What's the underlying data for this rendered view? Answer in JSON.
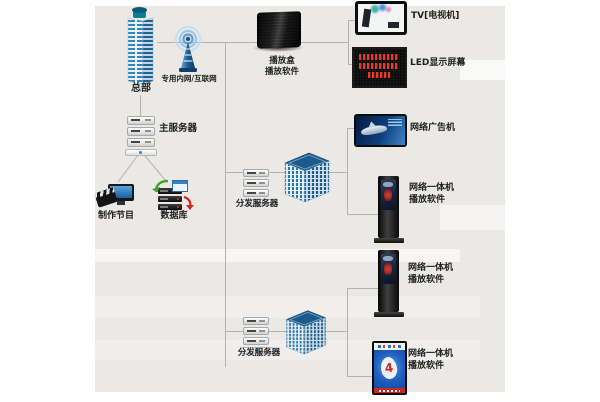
{
  "colors": {
    "canvas_bg": "#eae9e6",
    "line": "#b3b2b0",
    "label": "#1f1f1f",
    "accent_blue": "#1565a8",
    "led_red": "#e8392a"
  },
  "headquarters": {
    "label": "总部",
    "icon": "hq-building-icon"
  },
  "network": {
    "label": "专用内网/互联网",
    "icon": "wireless-antenna-icon"
  },
  "main_server": {
    "label": "主服务器",
    "icon": "server-stack-icon"
  },
  "production": {
    "label": "制作节目",
    "icon": "clapperboard-monitor-icon"
  },
  "database": {
    "label": "数据库",
    "icon": "database-stack-icon"
  },
  "playbox": {
    "line1": "播放盒",
    "line2": "播放软件",
    "icon": "set-top-box-icon"
  },
  "tv": {
    "label": "TV[电视机]",
    "icon": "tv-screen-icon"
  },
  "led": {
    "label": "LED显示屏幕",
    "icon": "led-panel-icon"
  },
  "cluster_mid": {
    "server_label": "分发服务器",
    "building_icon": "office-building-icon",
    "ad_player_label": "网络广告机",
    "kiosk_line1": "网络一体机",
    "kiosk_line2": "播放软件"
  },
  "cluster_bottom": {
    "server_label": "分发服务器",
    "building_icon": "office-building-icon",
    "kiosk_line1": "网络一体机",
    "kiosk_line2": "播放软件",
    "panel_line1": "网络一体机",
    "panel_line2": "播放软件",
    "panel_number": "4"
  }
}
